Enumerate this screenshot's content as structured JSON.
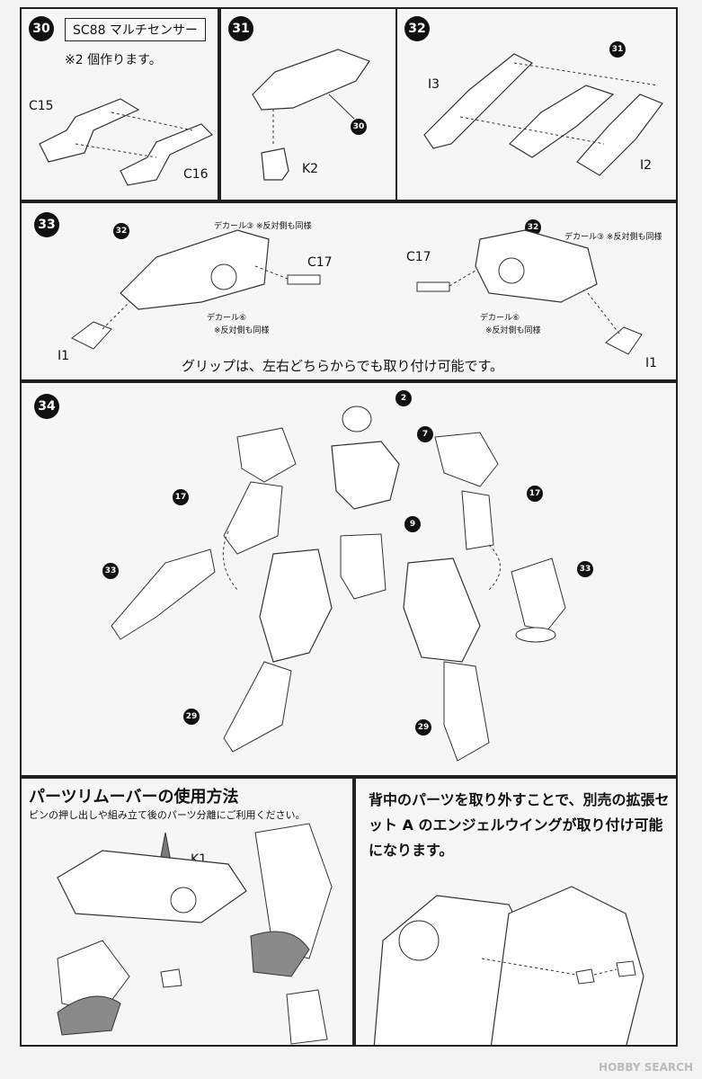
{
  "step30": {
    "num": "30",
    "title": "SC88 マルチセンサー",
    "note": "※2 個作ります。",
    "parts": [
      "C15",
      "C16"
    ]
  },
  "step31": {
    "num": "31",
    "ref": "30",
    "parts": [
      "K2"
    ]
  },
  "step32": {
    "num": "32",
    "ref": "31",
    "parts": [
      "I3",
      "I2"
    ]
  },
  "step33": {
    "num": "33",
    "ref": "32",
    "decal3": "デカール③ ※反対側も同様",
    "decal6": "デカール⑥",
    "decal6_note": "※反対側も同様",
    "parts": [
      "C17",
      "I1"
    ],
    "caption": "グリップは、左右どちらからでも取り付け可能です。"
  },
  "step34": {
    "num": "34",
    "refs": [
      "2",
      "7",
      "17",
      "9",
      "33",
      "29"
    ]
  },
  "remover": {
    "title": "パーツリムーバーの使用方法",
    "subtitle": "ピンの押し出しや組み立て後のパーツ分離にご利用ください。",
    "part": "K1"
  },
  "wing_note": {
    "text": "背中のパーツを取り外すことで、別売の拡張セット A のエンジェルウイングが取り付け可能になります。"
  },
  "watermark": "HOBBY SEARCH"
}
